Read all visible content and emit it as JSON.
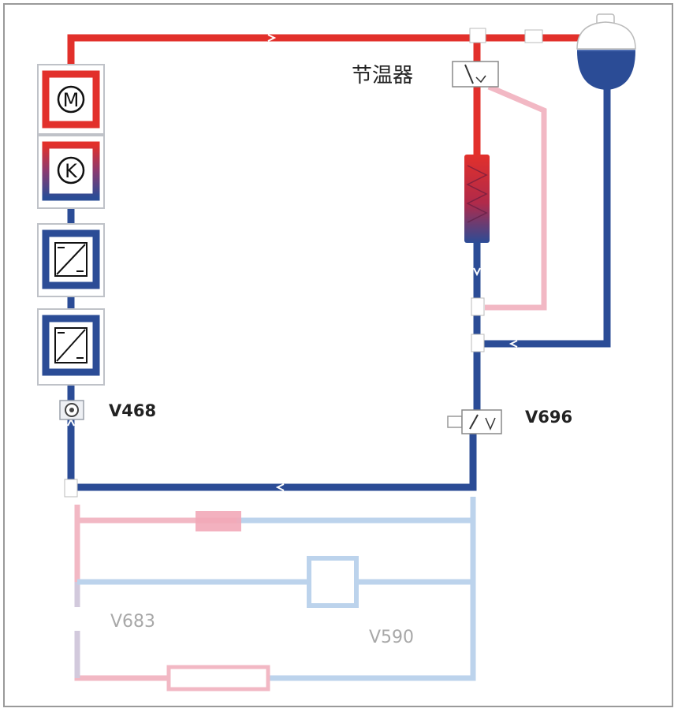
{
  "labels": {
    "thermostat": "节温器",
    "v468": "V468",
    "v696": "V696",
    "v683": "V683",
    "v590": "V590",
    "motor_symbol": "M",
    "compressor_symbol": "K"
  },
  "colors": {
    "hot": "#e2302b",
    "cold": "#2b4c96",
    "hot_faint": "#f2b8c4",
    "cold_faint": "#bcd3ec",
    "component_border": "#bfc2c8"
  }
}
